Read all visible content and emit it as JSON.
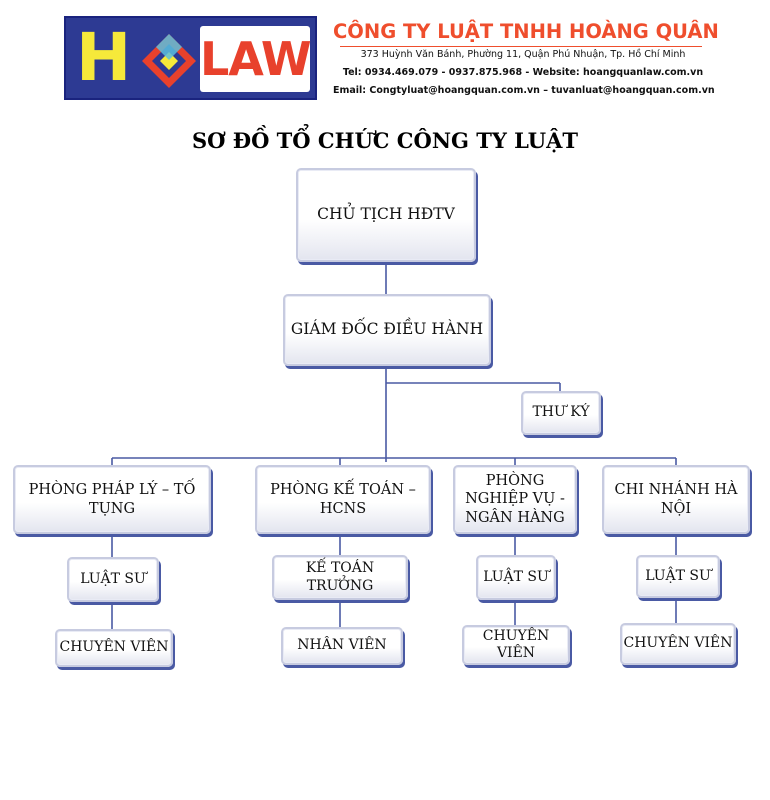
{
  "header": {
    "logo_left": "H",
    "logo_right": "LAW",
    "company_name": "CÔNG TY LUẬT TNHH HOÀNG QUÂN",
    "address": "373 Huỳnh Văn Bánh, Phường 11, Quận Phú Nhuận, Tp. Hồ Chí Minh",
    "contact": "Tel: 0934.469.079 - 0937.875.968 - Website: hoangquanlaw.com.vn",
    "email": "Email: Congtyluat@hoangquan.com.vn – tuvanluat@hoangquan.com.vn"
  },
  "title": "SƠ ĐỒ TỔ CHỨC CÔNG TY LUẬT",
  "chart": {
    "chairman": "CHỦ TỊCH HĐTV",
    "director": "GIÁM ĐỐC ĐIỀU HÀNH",
    "secretary": "THƯ KÝ",
    "departments": [
      {
        "name": "PHÒNG PHÁP LÝ – TỐ TỤNG",
        "lead": "LUẬT SƯ",
        "staff": "CHUYÊN VIÊN"
      },
      {
        "name": "PHÒNG KẾ TOÁN – HCNS",
        "lead": "KẾ TOÁN TRƯỞNG",
        "staff": "NHÂN VIÊN"
      },
      {
        "name": "PHÒNG NGHIỆP VỤ - NGÂN HÀNG",
        "lead": "LUẬT SƯ",
        "staff": "CHUYÊN VIÊN"
      },
      {
        "name": "CHI NHÁNH HÀ NỘI",
        "lead": "LUẬT SƯ",
        "staff": "CHUYÊN VIÊN"
      }
    ]
  },
  "colors": {
    "logo_background": "#2d3a93",
    "logo_yellow": "#f6e93a",
    "logo_red": "#e8412c",
    "company_name": "#ef4e2d",
    "box_border": "#c7cbe0",
    "box_shadow": "#4a5aa4",
    "connector": "#4a5aa4"
  }
}
